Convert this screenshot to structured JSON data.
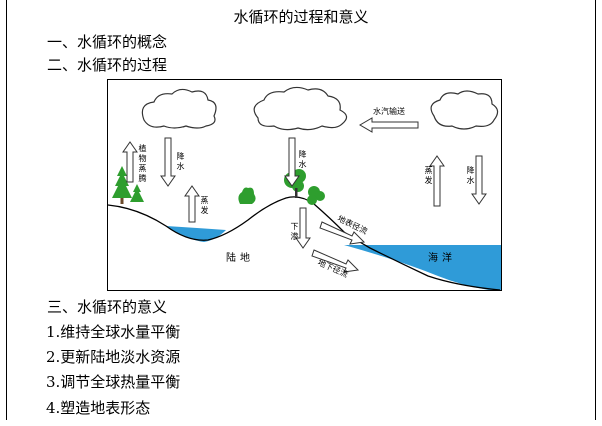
{
  "title": "水循环的过程和意义",
  "sections": [
    {
      "label": "一、水循环的概念"
    },
    {
      "label": "二、水循环的过程"
    },
    {
      "label": "三、水循环的意义"
    }
  ],
  "significance": [
    "1.维持全球水量平衡",
    "2.更新陆地淡水资源",
    "3.调节全球热量平衡",
    "4.塑造地表形态"
  ],
  "diagram": {
    "labels": {
      "vapor_transport": "水汽输送",
      "transpiration": "植物蒸腾",
      "precip_left": "降水",
      "evap_left": "蒸发",
      "precip_center": "降水",
      "infiltration": "下渗",
      "surface_runoff": "地表径流",
      "groundwater_runoff": "地下径流",
      "evap_right": "蒸发",
      "precip_right": "降水",
      "land": "陆地",
      "ocean": "海洋"
    },
    "colors": {
      "water": "#2f9bd8",
      "tree": "#2e9e2e",
      "cloud_stroke": "#333333"
    }
  }
}
